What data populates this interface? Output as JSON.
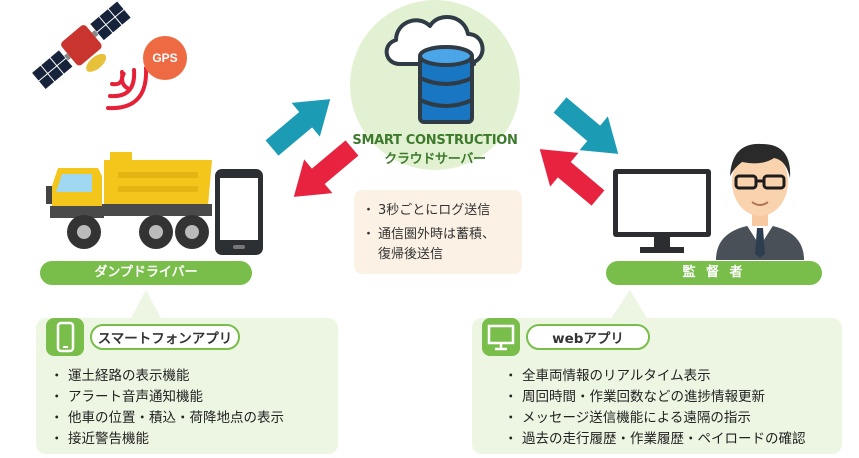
{
  "gps": {
    "badge": "GPS"
  },
  "server": {
    "title_line1": "SMART CONSTRUCTION",
    "title_line2": "クラウドサーバー"
  },
  "info": {
    "items": [
      "3秒ごとにログ送信",
      "通信圏外時は蓄積、",
      "復帰後送信"
    ]
  },
  "driver": {
    "label": "ダンプドライバー",
    "app_label": "スマートフォンアプリ",
    "features": [
      "運土経路の表示機能",
      "アラート音声通知機能",
      "他車の位置・積込・荷降地点の表示",
      "接近警告機能"
    ]
  },
  "supervisor": {
    "label": "監 督 者",
    "app_label": "webアプリ",
    "features": [
      "全車両情報のリアルタイム表示",
      "周回時間・作業回数などの進捗情報更新",
      "メッセージ送信機能による遠隔の指示",
      "過去の走行履歴・作業履歴・ペイロードの確認"
    ]
  },
  "colors": {
    "green": "#79bd4a",
    "cloud_bg": "#e3f1d3",
    "panel_bg": "#edf6e3",
    "info_bg": "#fbf1e4",
    "arrow_teal": "#1b9bb4",
    "arrow_red": "#e8233f",
    "truck_yellow": "#f4c61b",
    "gps_orange": "#ee6a43"
  },
  "icons": [
    "satellite-icon",
    "signal-waves-icon",
    "cloud-icon",
    "database-icon",
    "dump-truck-icon",
    "smartphone-icon",
    "monitor-icon",
    "person-icon"
  ]
}
